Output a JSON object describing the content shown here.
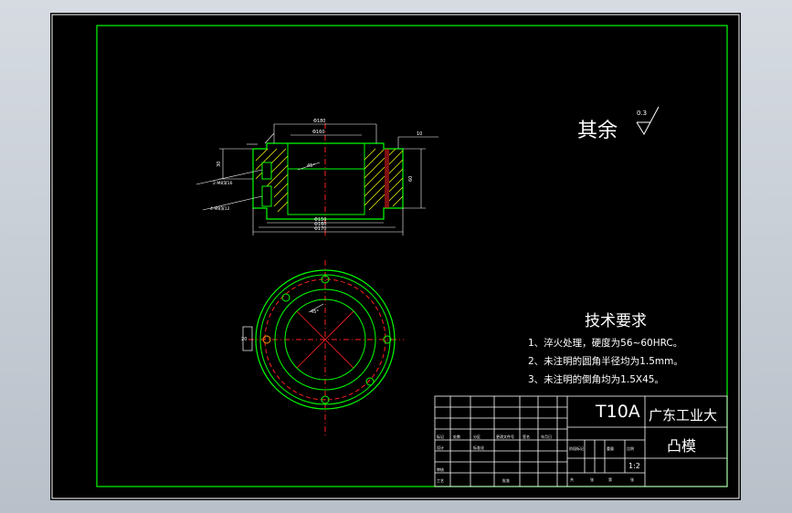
{
  "roughness": {
    "label": "其余",
    "value": "0.3"
  },
  "tech": {
    "title": "技术要求",
    "items": [
      "1、淬火处理，硬度为56~60HRC。",
      "2、未注明的圆角半径均为1.5mm。",
      "3、未注明的倒角均为1.5X45。"
    ]
  },
  "title_block": {
    "material": "T10A",
    "school": "广东工业大",
    "part_name": "凸模",
    "scale": "1:2",
    "col_labels": [
      "标记",
      "处数",
      "分区",
      "更改文件号",
      "签名",
      "年月日"
    ],
    "row_labels": [
      "设计",
      "标准化",
      "审核",
      "工艺",
      "批准"
    ],
    "stage_labels": [
      "阶段标记",
      "重量",
      "比例"
    ],
    "sheet_labels": [
      "共",
      "张",
      "第",
      "张"
    ]
  },
  "dims": {
    "d_top": "Φ180",
    "d_inner_top": "Φ160",
    "d_bottom1": "Φ150",
    "d_bottom2": "Φ160",
    "d_bottom3": "Φ170",
    "right_dim": "10",
    "height_right": "60",
    "height_left": "30",
    "side_note_1": "2-M8深16",
    "side_note_2": "4-M8深12",
    "angle_top": "45°",
    "angle_plan": "45°",
    "plan_side": "20"
  },
  "colors": {
    "frame": "#00ff00",
    "outline": "#00ff00",
    "dim": "#ffffff",
    "center": "#ff2020",
    "hatch": "#ffff00"
  }
}
